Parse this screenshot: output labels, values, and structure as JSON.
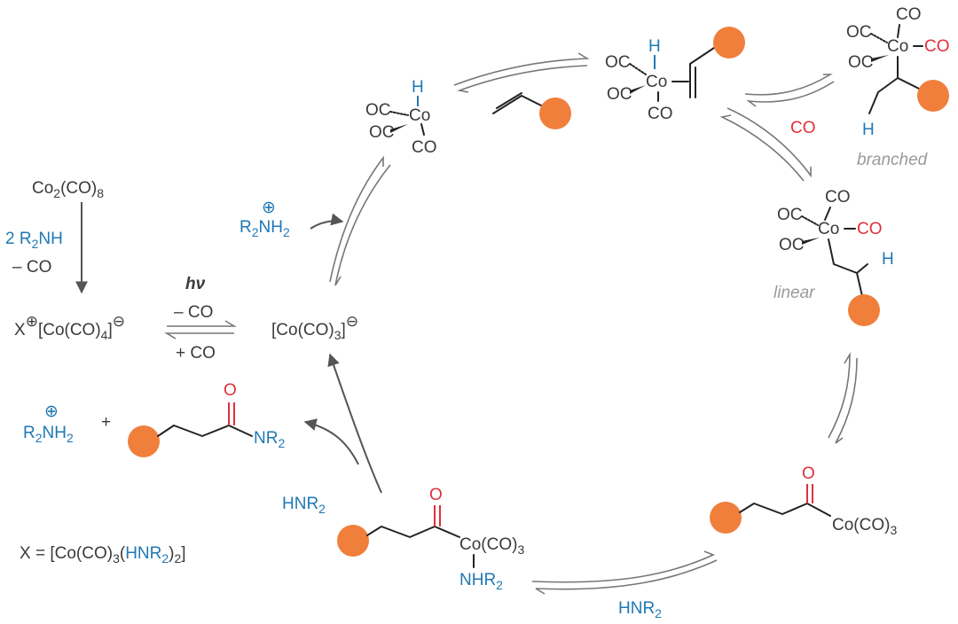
{
  "precursor": {
    "co2co8_main": "Co",
    "co2co8_sub1": "2",
    "co2co8_mid": "(CO)",
    "co2co8_sub2": "8",
    "amine_coef": "2 R",
    "amine_sub": "2",
    "amine_end": "NH",
    "minus_co": "– CO"
  },
  "salt": {
    "x": "X",
    "plus": "⊕",
    "anion_pre": "[Co(CO)",
    "anion_sub": "4",
    "anion_post": "]",
    "minus": "⊖"
  },
  "photo": {
    "hv": "hν",
    "minus_co": "– CO",
    "plus_co": "+ CO"
  },
  "active": {
    "pre": "[Co(CO)",
    "sub": "3",
    "post": "]",
    "minus": "⊖"
  },
  "ammonium": {
    "plus": "⊕",
    "r": "R",
    "r_sub": "2",
    "nh": "NH",
    "nh_sub": "2"
  },
  "ammonium_product": {
    "plus": "⊕",
    "r": "R",
    "r_sub": "2",
    "nh": "NH",
    "nh_sub": "2",
    "plus_sign": "+"
  },
  "amide": {
    "o": "O",
    "nr": "NR",
    "nr_sub": "2"
  },
  "hydride": {
    "h": "H",
    "oc1": "OC",
    "co_center": "Co",
    "oc2": "OC",
    "co3": "CO"
  },
  "alkene_complex": {
    "h": "H",
    "oc1": "OC",
    "co_center": "Co",
    "oc2": "OC",
    "co3": "CO"
  },
  "branched": {
    "co_top": "CO",
    "oc1": "OC",
    "co_center": "Co",
    "co_red": "CO",
    "oc2": "OC",
    "h": "H",
    "label": "branched"
  },
  "co_loss": "CO",
  "linear": {
    "co_top": "CO",
    "oc1": "OC",
    "co_center": "Co",
    "co_red": "CO",
    "oc2": "OC",
    "h": "H",
    "label": "linear"
  },
  "acyl": {
    "o": "O",
    "co_pre": "Co(CO)",
    "co_sub": "3"
  },
  "hnr2_bottom": {
    "h": "HNR",
    "sub": "2"
  },
  "aminoacyl": {
    "o": "O",
    "co_pre": "Co(CO)",
    "co_sub": "3",
    "nh": "NHR",
    "nh_sub": "2"
  },
  "hnr2_left": {
    "h": "HNR",
    "sub": "2"
  },
  "x_def": {
    "pre": "X = [Co(CO)",
    "sub": "3",
    "mid": "(",
    "hnr": "HNR",
    "hnr_sub": "2",
    "close": ")",
    "sub2": "2",
    "end": "]"
  },
  "colors": {
    "amine": "#1f78b4",
    "carbonyl": "#e0303c",
    "substituent": "#f07f3c",
    "label_grey": "#9a9a9a"
  }
}
